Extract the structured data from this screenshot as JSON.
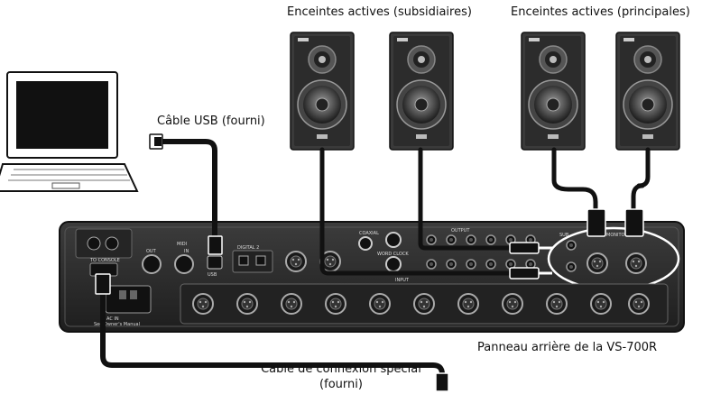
{
  "labels": {
    "speakers_sub": "Enceintes actives (subsidiaires)",
    "speakers_main": "Enceintes actives (principales)",
    "usb_cable": "Câble USB (fourni)",
    "special_cable_line1": "Câble de connexion spécial",
    "special_cable_line2": "(fourni)",
    "rear_panel": "Panneau arrière de la VS-700R"
  },
  "panel_text": {
    "output": "OUTPUT",
    "input": "INPUT",
    "to_console": "TO CONSOLE",
    "midi": "MIDI",
    "midi_out": "OUT",
    "midi_in": "IN",
    "digital2": "DIGITAL 2",
    "coaxial": "COAXIAL",
    "word_clock": "WORD CLOCK",
    "sub": "SUB",
    "monitor_main": "MONITOR MAIN",
    "ac_in": "AC IN",
    "see_manual": "See Owner's Manual",
    "usb": "USB"
  },
  "colors": {
    "panel": "#2b2b2b",
    "cable": "#111111",
    "speaker": "#3a3a3a"
  }
}
